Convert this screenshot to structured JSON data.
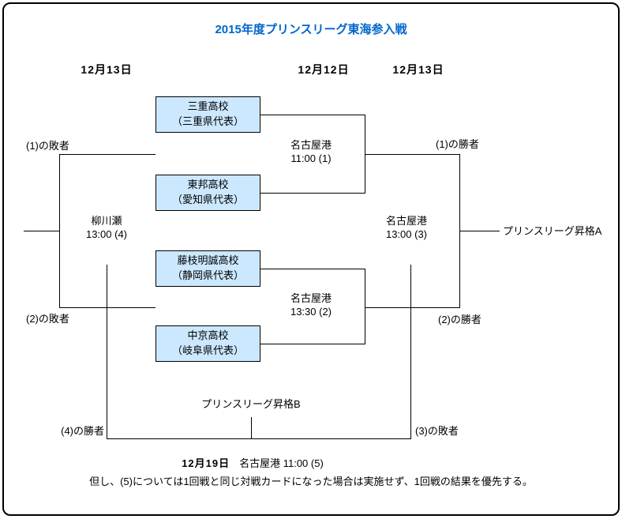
{
  "title": "2015年度プリンスリーグ東海参入戦",
  "dates": {
    "left": "12月13日",
    "middle": "12月12日",
    "right": "12月13日"
  },
  "teams": [
    {
      "name": "三重高校",
      "prefecture": "（三重県代表）"
    },
    {
      "name": "東邦高校",
      "prefecture": "（愛知県代表）"
    },
    {
      "name": "藤枝明誠高校",
      "prefecture": "（静岡県代表）"
    },
    {
      "name": "中京高校",
      "prefecture": "（岐阜県代表）"
    }
  ],
  "matches": {
    "m1": {
      "venue": "名古屋港",
      "time": "11:00 (1)"
    },
    "m2": {
      "venue": "名古屋港",
      "time": "13:30 (2)"
    },
    "m3": {
      "venue": "名古屋港",
      "time": "13:00 (3)"
    },
    "m4": {
      "venue": "柳川瀬",
      "time": "13:00 (4)"
    },
    "m5": {
      "date": "12月19日",
      "details": "名古屋港 11:00 (5)"
    }
  },
  "labels": {
    "loser1": "(1)の敗者",
    "loser2": "(2)の敗者",
    "winner1": "(1)の勝者",
    "winner2": "(2)の勝者",
    "winner4": "(4)の勝者",
    "loser3": "(3)の敗者",
    "promotion_a": "プリンスリーグ昇格A",
    "promotion_b": "プリンスリーグ昇格B"
  },
  "note": "但し、(5)については1回戦と同じ対戦カードになった場合は実施せず、1回戦の結果を優先する。",
  "colors": {
    "title_blue": "#0066CC",
    "team_box_fill": "#CCE8FF",
    "line": "#000000"
  }
}
